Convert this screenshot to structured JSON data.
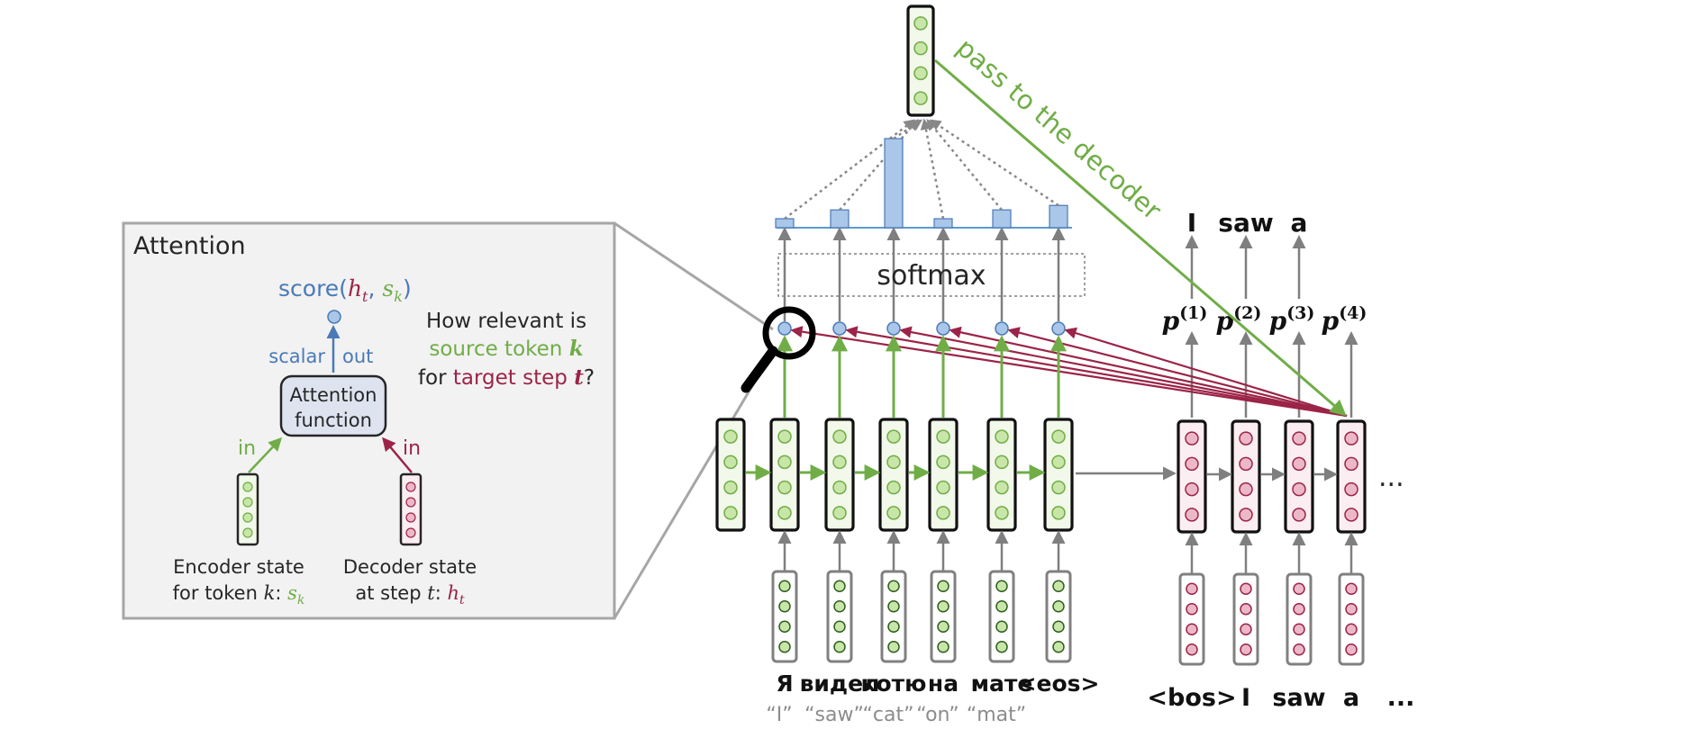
{
  "colors": {
    "encoder_green": "#70ad47",
    "encoder_fill": "#c9e6a9",
    "encoder_vec_bg": "#f2f8ea",
    "encoder_dark": "#2e5e1f",
    "decoder_red": "#9b2448",
    "decoder_fill": "#ecb8c8",
    "decoder_vec_bg": "#fbeef2",
    "blue": "#4a7ab8",
    "blue_fill": "#aac6e8",
    "gray": "#7f7f7f",
    "dotted": "#888888"
  },
  "attention_panel": {
    "title": "Attention",
    "score_prefix": "score(",
    "score_h": "h",
    "score_h_sub": "t",
    "score_comma": ", ",
    "score_s": "s",
    "score_s_sub": "k",
    "score_suffix": ")",
    "scalar_label": "scalar",
    "out_label": "out",
    "function_line1": "Attention",
    "function_line2": "function",
    "in_left": "in",
    "in_right": "in",
    "question_line1": "How relevant is",
    "question_line2": "source token ",
    "question_k": "k",
    "question_line3_prefix": "for ",
    "question_line3_target": "target step ",
    "question_t": "t",
    "question_mark": "?",
    "encoder_caption_line1": "Encoder state",
    "encoder_caption_line2_prefix": "for token ",
    "encoder_caption_k": "k",
    "encoder_caption_colon": ":",
    "encoder_caption_s": "s",
    "encoder_caption_s_sub": "k",
    "decoder_caption_line1": "Decoder state",
    "decoder_caption_line2_prefix": "at step ",
    "decoder_caption_t": "t",
    "decoder_caption_colon": ":",
    "decoder_caption_h": "h",
    "decoder_caption_h_sub": "t"
  },
  "softmax_label": "softmax",
  "pass_label": "pass to the decoder",
  "attention_weights": [
    0.1,
    0.2,
    1.0,
    0.1,
    0.2,
    0.25
  ],
  "source_tokens": [
    "Я",
    "видел",
    "котю",
    "на",
    "мате",
    "<eos>"
  ],
  "source_glosses": [
    "“I”",
    "“saw”",
    "“cat”",
    "“on”",
    "“mat”"
  ],
  "target_inputs": [
    "<bos>",
    "I",
    "saw",
    "a",
    "..."
  ],
  "target_outputs": [
    "I",
    "saw",
    "a"
  ],
  "probabilities": [
    {
      "base": "p",
      "sup": "(1)"
    },
    {
      "base": "p",
      "sup": "(2)"
    },
    {
      "base": "p",
      "sup": "(3)"
    },
    {
      "base": "p",
      "sup": "(4)"
    }
  ],
  "decoder_ellipsis": "..."
}
